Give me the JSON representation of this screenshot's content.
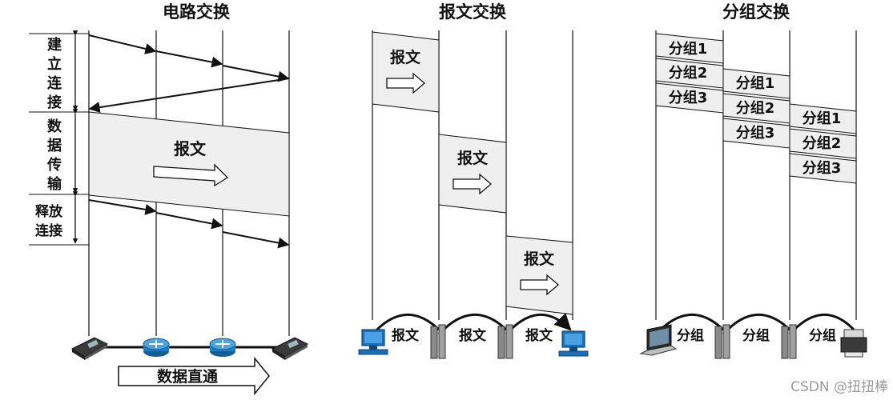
{
  "circuit": {
    "title": "电路交换",
    "phase_setup": [
      "建",
      "立",
      "连",
      "接"
    ],
    "phase_data": [
      "数",
      "据",
      "传",
      "输"
    ],
    "phase_release": [
      "释放",
      "连接"
    ],
    "message": "报文",
    "direct": "数据直通"
  },
  "message_switching": {
    "title": "报文交换",
    "message": "报文",
    "hop_labels": [
      "报文",
      "报文",
      "报文"
    ]
  },
  "packet_switching": {
    "title": "分组交换",
    "packets": [
      "分组1",
      "分组2",
      "分组3"
    ],
    "hop_labels": [
      "分组",
      "分组",
      "分组"
    ]
  },
  "watermark": "CSDN @扭扭棒",
  "colors": {
    "block_fill": "#efefef",
    "line": "#111111",
    "router_blue": "#1f7fc4",
    "computer_blue": "#1a6fb5"
  },
  "icons": [
    "telephone-icon",
    "router-icon",
    "computer-icon",
    "laptop-icon",
    "server-icon",
    "printer-icon"
  ]
}
